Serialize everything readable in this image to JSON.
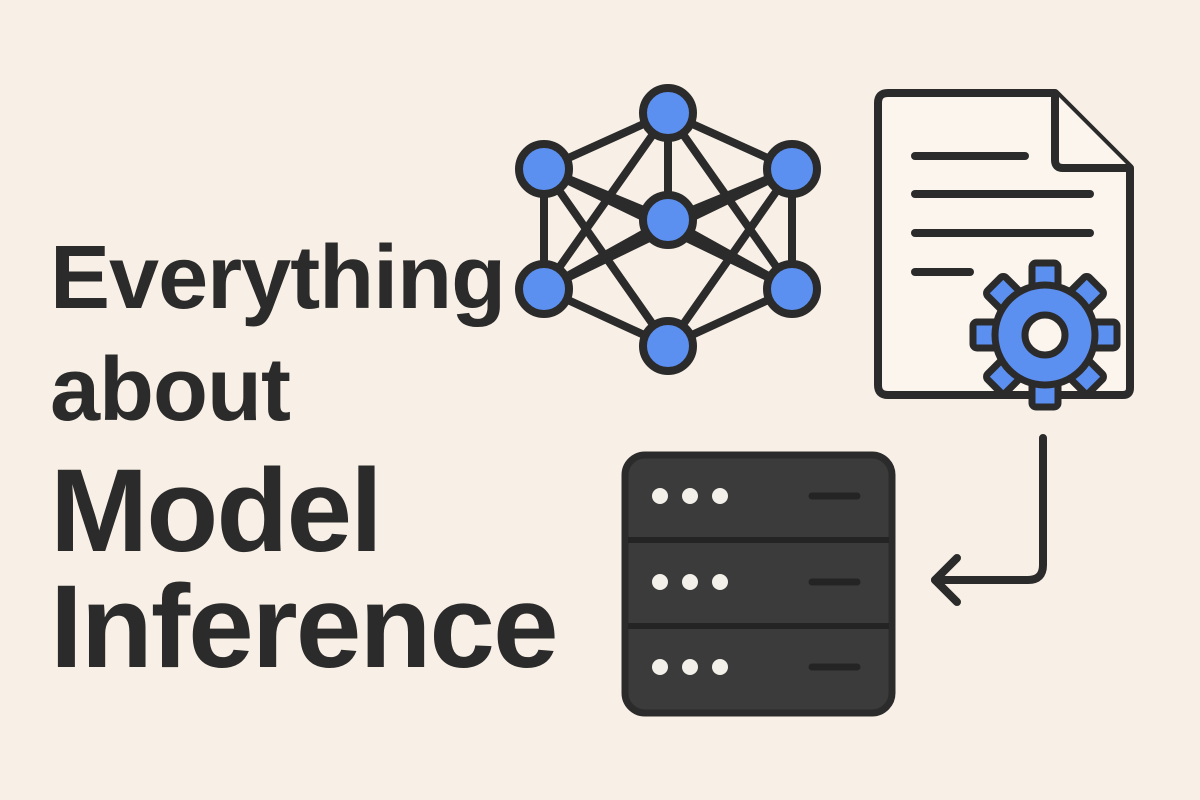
{
  "title": {
    "line_1": "Everything",
    "line_2": "about",
    "line_3": "Model",
    "line_4": "Inference"
  },
  "illustration": {
    "icons": {
      "network": "neural-network-icon",
      "document": "document-icon",
      "gear": "gear-icon",
      "arrow": "return-arrow-icon",
      "server": "server-rack-icon"
    },
    "server_rack_units": 3
  },
  "colors": {
    "background": "#f8f0e6",
    "text": "#2b2b2b",
    "stroke": "#2b2b2b",
    "accent_blue": "#5b8ff0",
    "server_fill": "#3b3b3b",
    "paper": "#fbf5ee"
  }
}
